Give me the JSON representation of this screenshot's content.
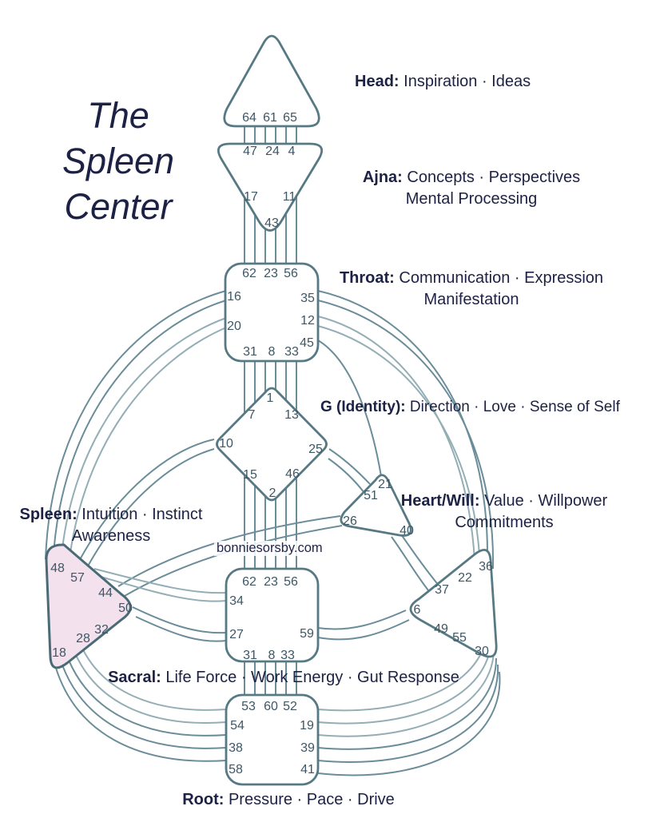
{
  "title": {
    "lines": [
      "The",
      "Spleen",
      "Center"
    ]
  },
  "watermark": "bonniesorsby.com",
  "colors": {
    "text_navy": "#1d2144",
    "channel_line": "#6b8d99",
    "shape_stroke": "#567984",
    "spleen_fill": "#f3e2ee",
    "spleen_stroke": "#4a6b76",
    "gate_number": "#3e5765"
  },
  "labels": {
    "head": {
      "name": "Head:",
      "desc": " Inspiration · Ideas"
    },
    "ajna": {
      "name": "Ajna:",
      "desc": " Concepts · Perspectives",
      "line2": "Mental Processing"
    },
    "throat": {
      "name": "Throat:",
      "desc": " Communication · Expression",
      "line2": "Manifestation"
    },
    "g": {
      "name": "G (Identity):",
      "desc": " Direction · Love · Sense of Self"
    },
    "heart": {
      "name": "Heart/Will:",
      "desc": " Value · Willpower",
      "line2": "Commitments"
    },
    "spleen": {
      "name": "Spleen:",
      "desc": " Intuition · Instinct",
      "line2": "Awareness"
    },
    "sacral": {
      "name": "Sacral:",
      "desc": " Life Force · Work Energy · Gut Response"
    },
    "root": {
      "name": "Root:",
      "desc": " Pressure · Pace · Drive"
    }
  },
  "gates": {
    "head": [
      "64",
      "61",
      "65"
    ],
    "ajna": [
      "47",
      "24",
      "4",
      "17",
      "11",
      "43"
    ],
    "throat": [
      "62",
      "23",
      "56",
      "16",
      "35",
      "20",
      "12",
      "45",
      "31",
      "8",
      "33"
    ],
    "g": [
      "1",
      "7",
      "13",
      "10",
      "25",
      "15",
      "46",
      "2"
    ],
    "heart": [
      "21",
      "51",
      "26",
      "40"
    ],
    "spleen": [
      "48",
      "57",
      "44",
      "50",
      "32",
      "28",
      "18"
    ],
    "sacral": [
      "62",
      "23",
      "56",
      "34",
      "27",
      "59",
      "31",
      "8",
      "33"
    ],
    "root": [
      "53",
      "60",
      "52",
      "54",
      "19",
      "38",
      "39",
      "58",
      "41"
    ],
    "solar_plexus": [
      "36",
      "22",
      "37",
      "6",
      "49",
      "55",
      "30"
    ]
  }
}
